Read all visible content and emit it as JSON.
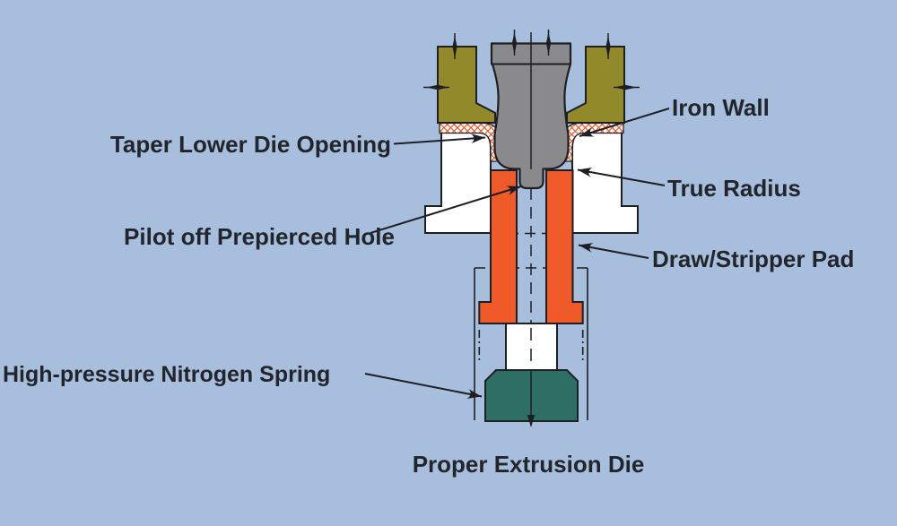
{
  "caption": "Proper Extrusion Die",
  "labels": {
    "taper": "Taper Lower Die Opening",
    "iron_wall": "Iron Wall",
    "true_radius": "True Radius",
    "pilot": "Pilot off Prepierced Hole",
    "draw_stripper": "Draw/Stripper Pad",
    "nitrogen": "High-pressure Nitrogen Spring"
  },
  "colors": {
    "bg": "#a8bedd",
    "olive": "#92892b",
    "gray": "#8a8a8c",
    "orange": "#f05a28",
    "teal": "#2d6e65",
    "white": "#ffffff",
    "line": "#1d1f24",
    "text": "#22252b"
  },
  "components": [
    {
      "name": "upper-binder-pad-left",
      "color_key": "olive"
    },
    {
      "name": "upper-binder-pad-right",
      "color_key": "olive"
    },
    {
      "name": "punch-with-pilot",
      "color_key": "gray"
    },
    {
      "name": "iron-wall-sheet-left",
      "color_key": "orange"
    },
    {
      "name": "iron-wall-sheet-right",
      "color_key": "orange"
    },
    {
      "name": "lower-die-block-left",
      "color_key": "white"
    },
    {
      "name": "lower-die-block-right",
      "color_key": "white"
    },
    {
      "name": "draw-stripper-pad-left",
      "color_key": "orange"
    },
    {
      "name": "draw-stripper-pad-right",
      "color_key": "orange"
    },
    {
      "name": "spacer-block",
      "color_key": "white"
    },
    {
      "name": "nitrogen-spring",
      "color_key": "teal"
    }
  ]
}
